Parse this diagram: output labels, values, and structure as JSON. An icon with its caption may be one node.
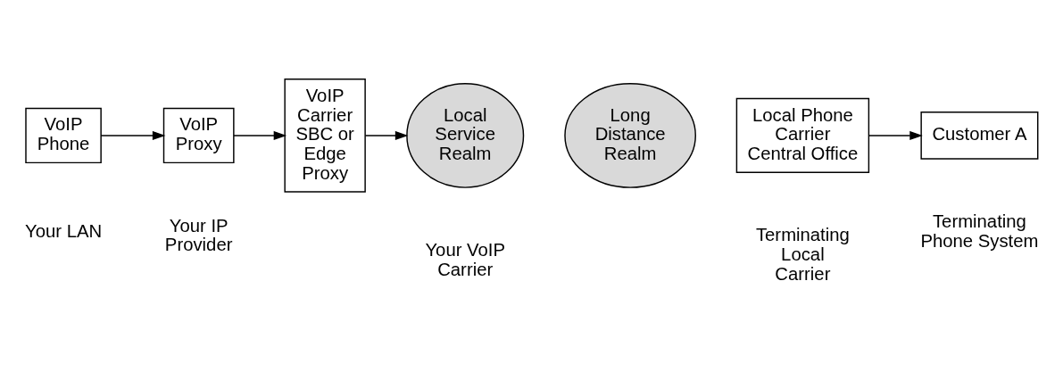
{
  "diagram": {
    "nodes": [
      {
        "text": [
          "VoIP Phone"
        ]
      },
      {
        "text": [
          "VoIP Proxy"
        ]
      },
      {
        "text": [
          "VoIP Carrier SBC or Edge Proxy"
        ]
      },
      {
        "text": [
          "Local Service Realm"
        ]
      },
      {
        "text": [
          "Long Distance Realm"
        ]
      },
      {
        "text": [
          "Local Phone Carrier Central Office"
        ]
      },
      {
        "text": [
          "Customer A"
        ]
      }
    ],
    "edges": [
      {
        "from": 0,
        "to": 1,
        "arrow": "to"
      },
      {
        "from": 1,
        "to": 2,
        "arrow": "to"
      },
      {
        "from": 2,
        "to": 3,
        "arrow": "to"
      },
      {
        "from": 5,
        "to": 6,
        "arrow": "to"
      }
    ],
    "labels": [
      "Your LAN",
      "Your IP Provider",
      "Your VoIP Carrier",
      "Terminating Local Carrier",
      "Terminating Phone System"
    ]
  }
}
